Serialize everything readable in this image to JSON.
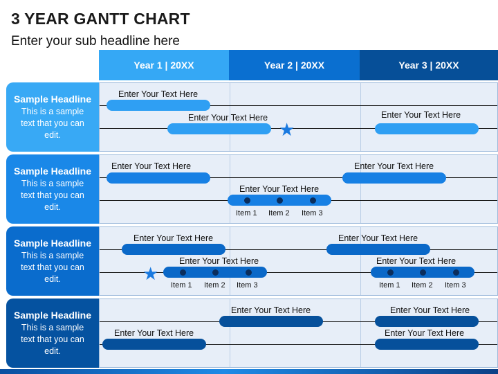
{
  "header": {
    "title": "3 YEAR GANTT CHART",
    "subtitle": "Enter your sub headline here"
  },
  "years": [
    "Year 1 | 20XX",
    "Year 2 | 20XX",
    "Year 3 | 20XX"
  ],
  "sections": [
    {
      "headline": "Sample Headline",
      "text": "This is a sample text that you can edit."
    },
    {
      "headline": "Sample Headline",
      "text": "This is a sample text that you can edit."
    },
    {
      "headline": "Sample Headline",
      "text": "This is a sample text that you can edit."
    },
    {
      "headline": "Sample Headline",
      "text": "This is a sample text that you can edit."
    }
  ],
  "task_label": "Enter Your Text Here",
  "items": [
    "Item 1",
    "Item 2",
    "Item 3"
  ],
  "star_glyph": "★",
  "colors": {
    "year1": "#35a8f5",
    "year2": "#0a6fd0",
    "year3": "#064f98",
    "panel": "#e7eef8"
  }
}
